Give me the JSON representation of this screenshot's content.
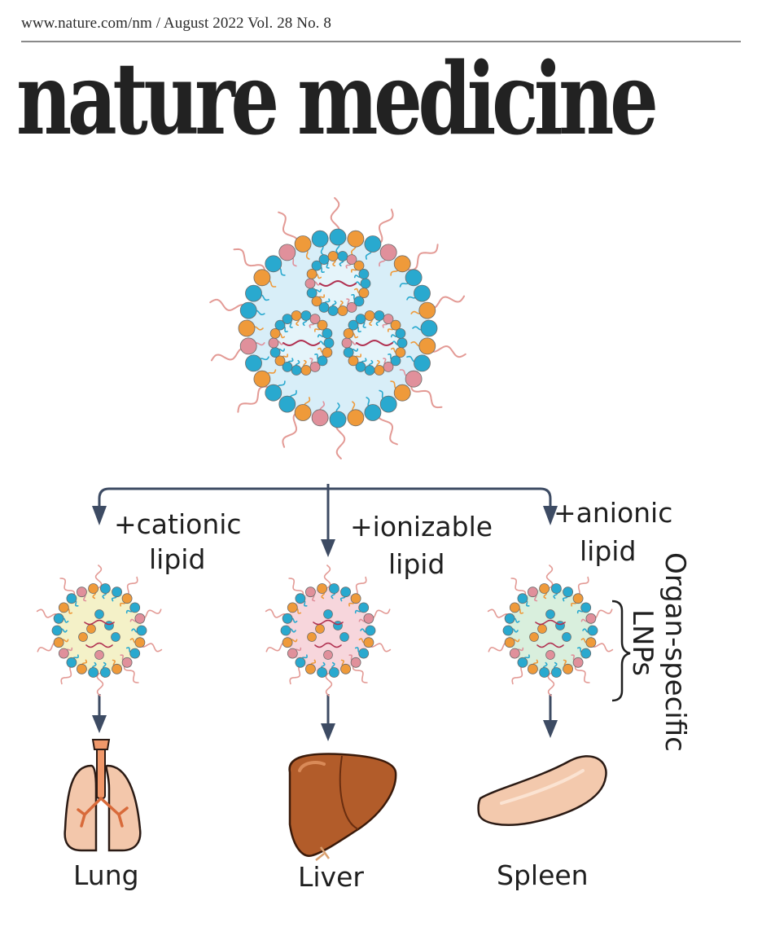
{
  "header": {
    "issue_line": "www.nature.com/nm / August 2022 Vol. 28 No. 8",
    "journal_title": "nature medicine"
  },
  "diagram": {
    "branches": [
      {
        "additive_line1": "+cationic",
        "additive_line2": "lipid",
        "organ": "Lung",
        "core_color": "#f4f1c8"
      },
      {
        "additive_line1": "+ionizable",
        "additive_line2": "lipid",
        "organ": "Liver",
        "core_color": "#f7d6dc"
      },
      {
        "additive_line1": "+anionic",
        "additive_line2": "lipid",
        "organ": "Spleen",
        "core_color": "#d9efdd"
      }
    ],
    "side_label_line1": "Organ-specific",
    "side_label_line2": "LNPs",
    "colors": {
      "arrow": "#3d4b63",
      "teal_head": "#29a9cf",
      "orange_head": "#ef9a3a",
      "pink_head": "#e0909b",
      "lnp_core": "#d8eef8",
      "peg_tail": "#e39a95",
      "mrna": "#b03050",
      "lung": "#f3c7ab",
      "trachea": "#f0986a",
      "airways": "#d86a3a",
      "liver": "#b25c2a",
      "spleen": "#f3c9ad"
    }
  }
}
